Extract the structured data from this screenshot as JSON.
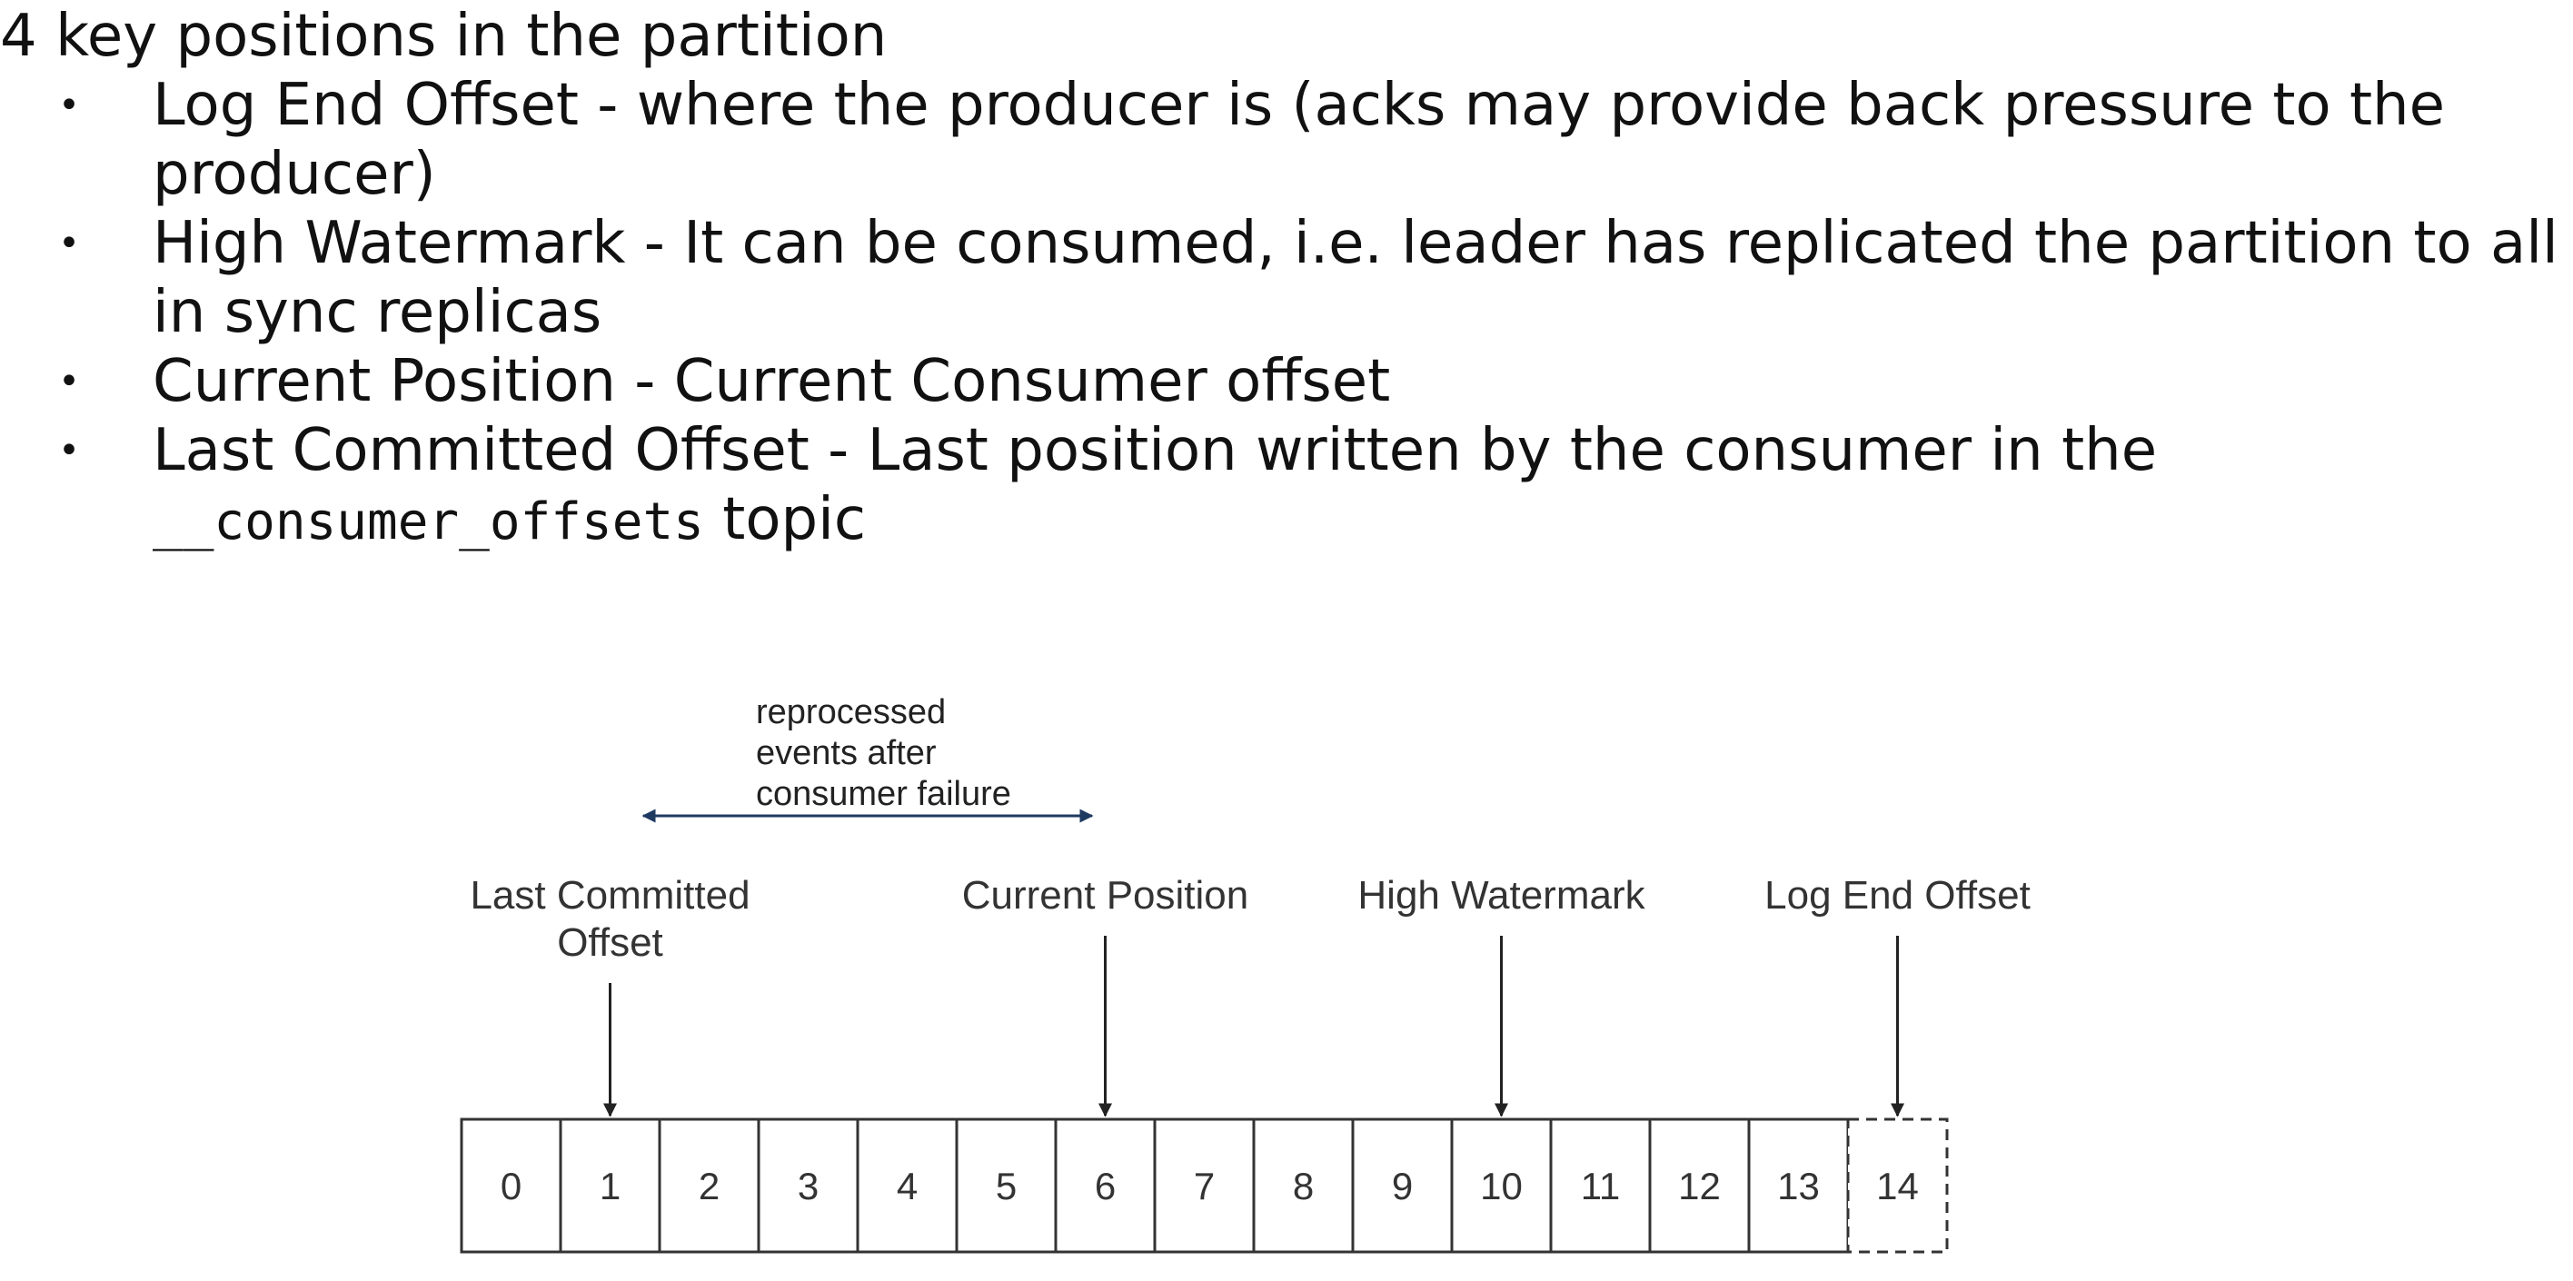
{
  "heading": "4 key positions in the partition",
  "bullets": [
    {
      "line1": "Log End Offset - where the producer is (acks may provide back pressure to the",
      "line2": "producer)"
    },
    {
      "line1": "High Watermark - It can be consumed, i.e. leader has replicated the partition to all",
      "line2": "in sync replicas"
    },
    {
      "line1": "Current Position - Current Consumer offset"
    },
    {
      "line1": "Last Committed Offset - Last position written by the consumer in the",
      "code": "__consumer_offsets",
      "line2_suffix": " topic"
    }
  ],
  "diagram": {
    "offsets": [
      "0",
      "1",
      "2",
      "3",
      "4",
      "5",
      "6",
      "7",
      "8",
      "9",
      "10",
      "11",
      "12",
      "13",
      "14"
    ],
    "pending_offset": "14",
    "reprocessed_label": [
      "reprocessed",
      "events after",
      "consumer failure"
    ],
    "markers": [
      {
        "label_lines": [
          "Last Committed",
          "Offset"
        ],
        "offset": 1
      },
      {
        "label_lines": [
          "Current Position"
        ],
        "offset": 6
      },
      {
        "label_lines": [
          "High Watermark"
        ],
        "offset": 10
      },
      {
        "label_lines": [
          "Log End Offset"
        ],
        "offset": 14
      }
    ],
    "arrow_color": "#1f3a60"
  }
}
